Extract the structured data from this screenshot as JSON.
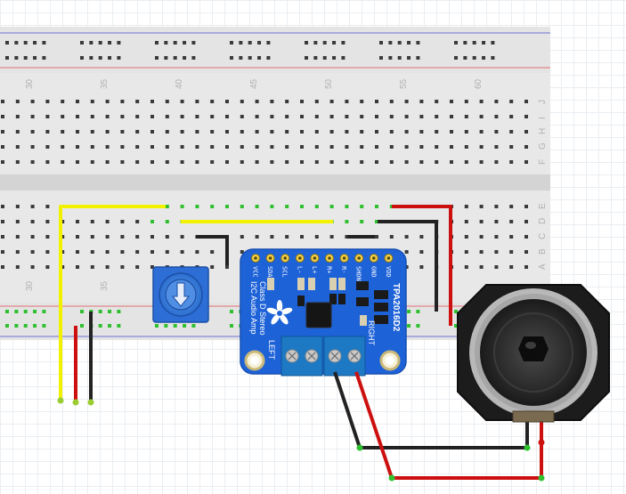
{
  "breadboard": {
    "column_numbers_top": [
      "30",
      "35",
      "40",
      "45",
      "50",
      "55",
      "60"
    ],
    "column_numbers_bottom": [
      "30",
      "35"
    ],
    "row_letters_top": [
      "J",
      "I",
      "H",
      "G",
      "F"
    ],
    "row_letters_bottom": [
      "E",
      "D",
      "C",
      "B",
      "A"
    ]
  },
  "amplifier": {
    "part_name": "TPA2016D2",
    "description_lines": [
      "Class D Stereo",
      "I2C Audio Amp"
    ],
    "left_label": "LEFT",
    "right_label": "RIGHT",
    "pin_labels": [
      "VCC",
      "SDA",
      "SCL",
      "L-",
      "L+",
      "R+",
      "R-",
      "SHDN",
      "GND",
      "VDD"
    ]
  },
  "potentiometer": {
    "name": "potentiometer"
  },
  "speaker": {
    "name": "speaker"
  },
  "colors": {
    "wire_yellow": "#f2f200",
    "wire_red": "#cc1010",
    "wire_black": "#222222",
    "board_blue": "#1e62d8",
    "breadboard": "#e6e6e6",
    "rail_red": "#e06060",
    "rail_blue": "#6060d0",
    "hole_active": "#2ec02e"
  }
}
